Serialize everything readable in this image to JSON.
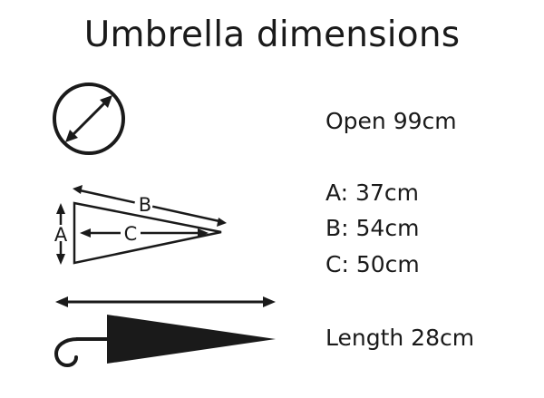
{
  "title": "Umbrella dimensions",
  "colors": {
    "ink": "#1a1a1a",
    "background": "#ffffff"
  },
  "icons": {
    "diameter": "circle-diagonal-arrow-icon",
    "canopy": "canopy-triangle-icon",
    "closed": "closed-umbrella-icon"
  },
  "diagram_labels": {
    "a": "A",
    "b": "B",
    "c": "C"
  },
  "specs": {
    "open": "Open 99cm",
    "a": "A: 37cm",
    "b": "B: 54cm",
    "c": "C: 50cm",
    "length": "Length 28cm"
  }
}
